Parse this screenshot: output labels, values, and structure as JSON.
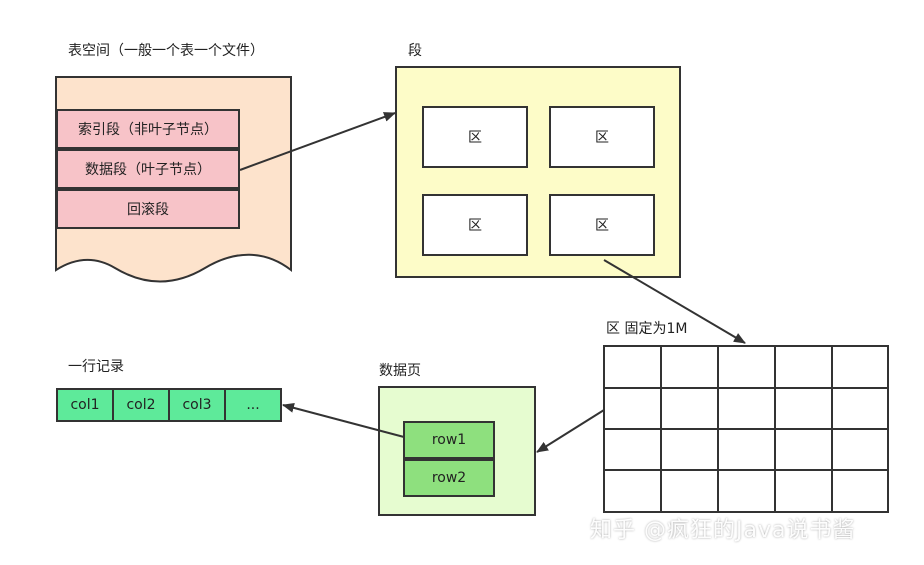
{
  "tablespace": {
    "title": "表空间（一般一个表一个文件）",
    "rows": [
      "索引段（非叶子节点）",
      "数据段（叶子节点）",
      "回滚段"
    ]
  },
  "segment": {
    "title": "段",
    "extents": [
      "区",
      "区",
      "区",
      "区"
    ]
  },
  "extent": {
    "title": "区 固定为1M"
  },
  "data_page": {
    "title": "数据页",
    "rows": [
      "row1",
      "row2"
    ]
  },
  "record": {
    "title": "一行记录",
    "cols": [
      "col1",
      "col2",
      "col3",
      "..."
    ]
  },
  "watermark": "知乎 @疯狂的Java说书酱",
  "colors": {
    "tablespace_bg": "#fde3cc",
    "segment_bg": "#fdfcc8",
    "index_rows_bg": "#f7c3c8",
    "page_bg": "#e6fcd0",
    "row_bg": "#8ee07e",
    "record_bg": "#5eea9a"
  }
}
